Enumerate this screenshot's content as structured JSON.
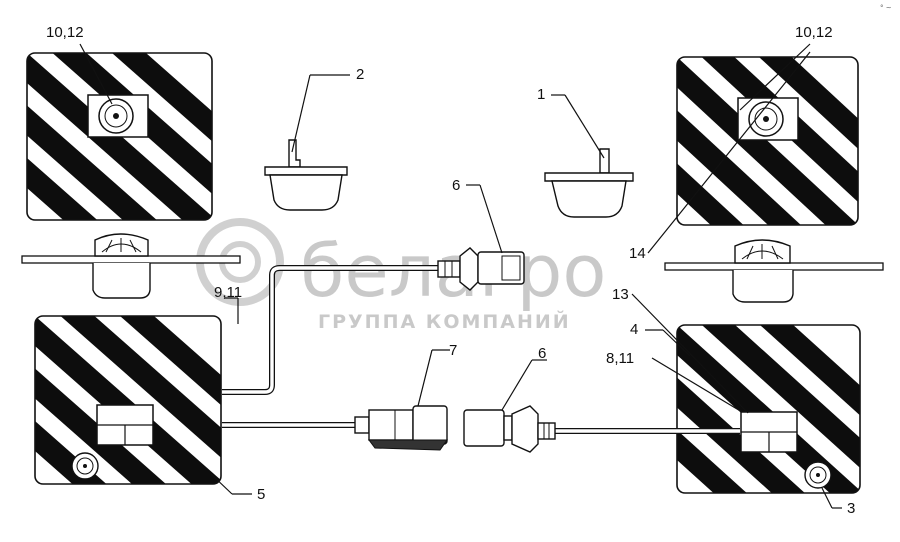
{
  "watermark": {
    "brand": "белагро",
    "subtitle": "ГРУППА КОМПАНИЙ"
  },
  "corner_mark": "° ~",
  "labels": {
    "l_10_12_left": "10,12",
    "l_10_12_right": "10,12",
    "l_2": "2",
    "l_1": "1",
    "l_6_top": "6",
    "l_14": "14",
    "l_13": "13",
    "l_9_11": "9,11",
    "l_7": "7",
    "l_6_bottom": "6",
    "l_4": "4",
    "l_8_11": "8,11",
    "l_5": "5",
    "l_3": "3"
  }
}
